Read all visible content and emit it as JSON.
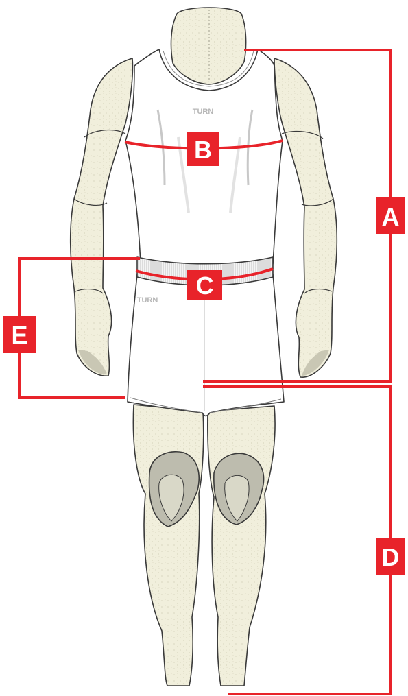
{
  "garment": {
    "singlet_brand": "TURN",
    "shorts_brand": "TURN"
  },
  "measurements": [
    {
      "id": "A",
      "label": "A"
    },
    {
      "id": "B",
      "label": "B"
    },
    {
      "id": "C",
      "label": "C"
    },
    {
      "id": "D",
      "label": "D"
    },
    {
      "id": "E",
      "label": "E"
    }
  ],
  "colors": {
    "accent": "#e8232a",
    "skin": "#f1efdc",
    "skin_shadow": "#dedbc4",
    "outline": "#3a3a3a",
    "garment": "#ffffff",
    "kneepad": "#bdbcae"
  }
}
